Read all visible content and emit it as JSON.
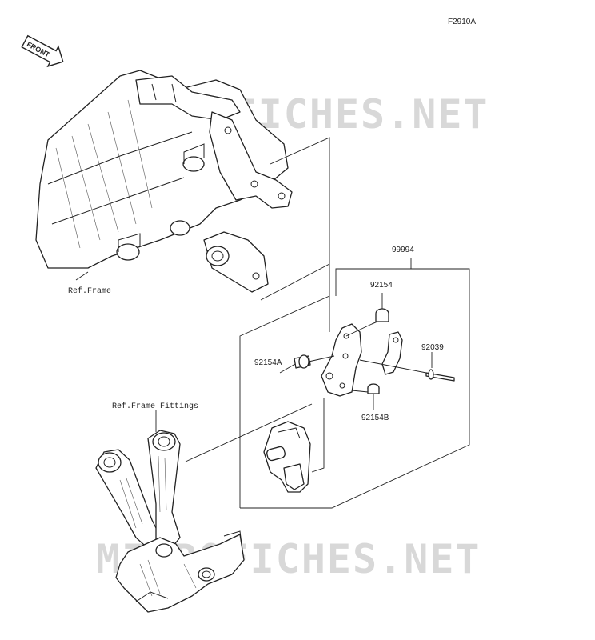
{
  "figure_code": "F2910A",
  "front_badge": "FRONT",
  "watermark": "MICROFICHES.NET",
  "labels": {
    "ref_frame": "Ref.Frame",
    "ref_frame_fittings": "Ref.Frame Fittings"
  },
  "parts": {
    "kit": "99994",
    "bolt_a": "92154",
    "bolt_b": "92154A",
    "bolt_c": "92154B",
    "pin": "92039"
  }
}
